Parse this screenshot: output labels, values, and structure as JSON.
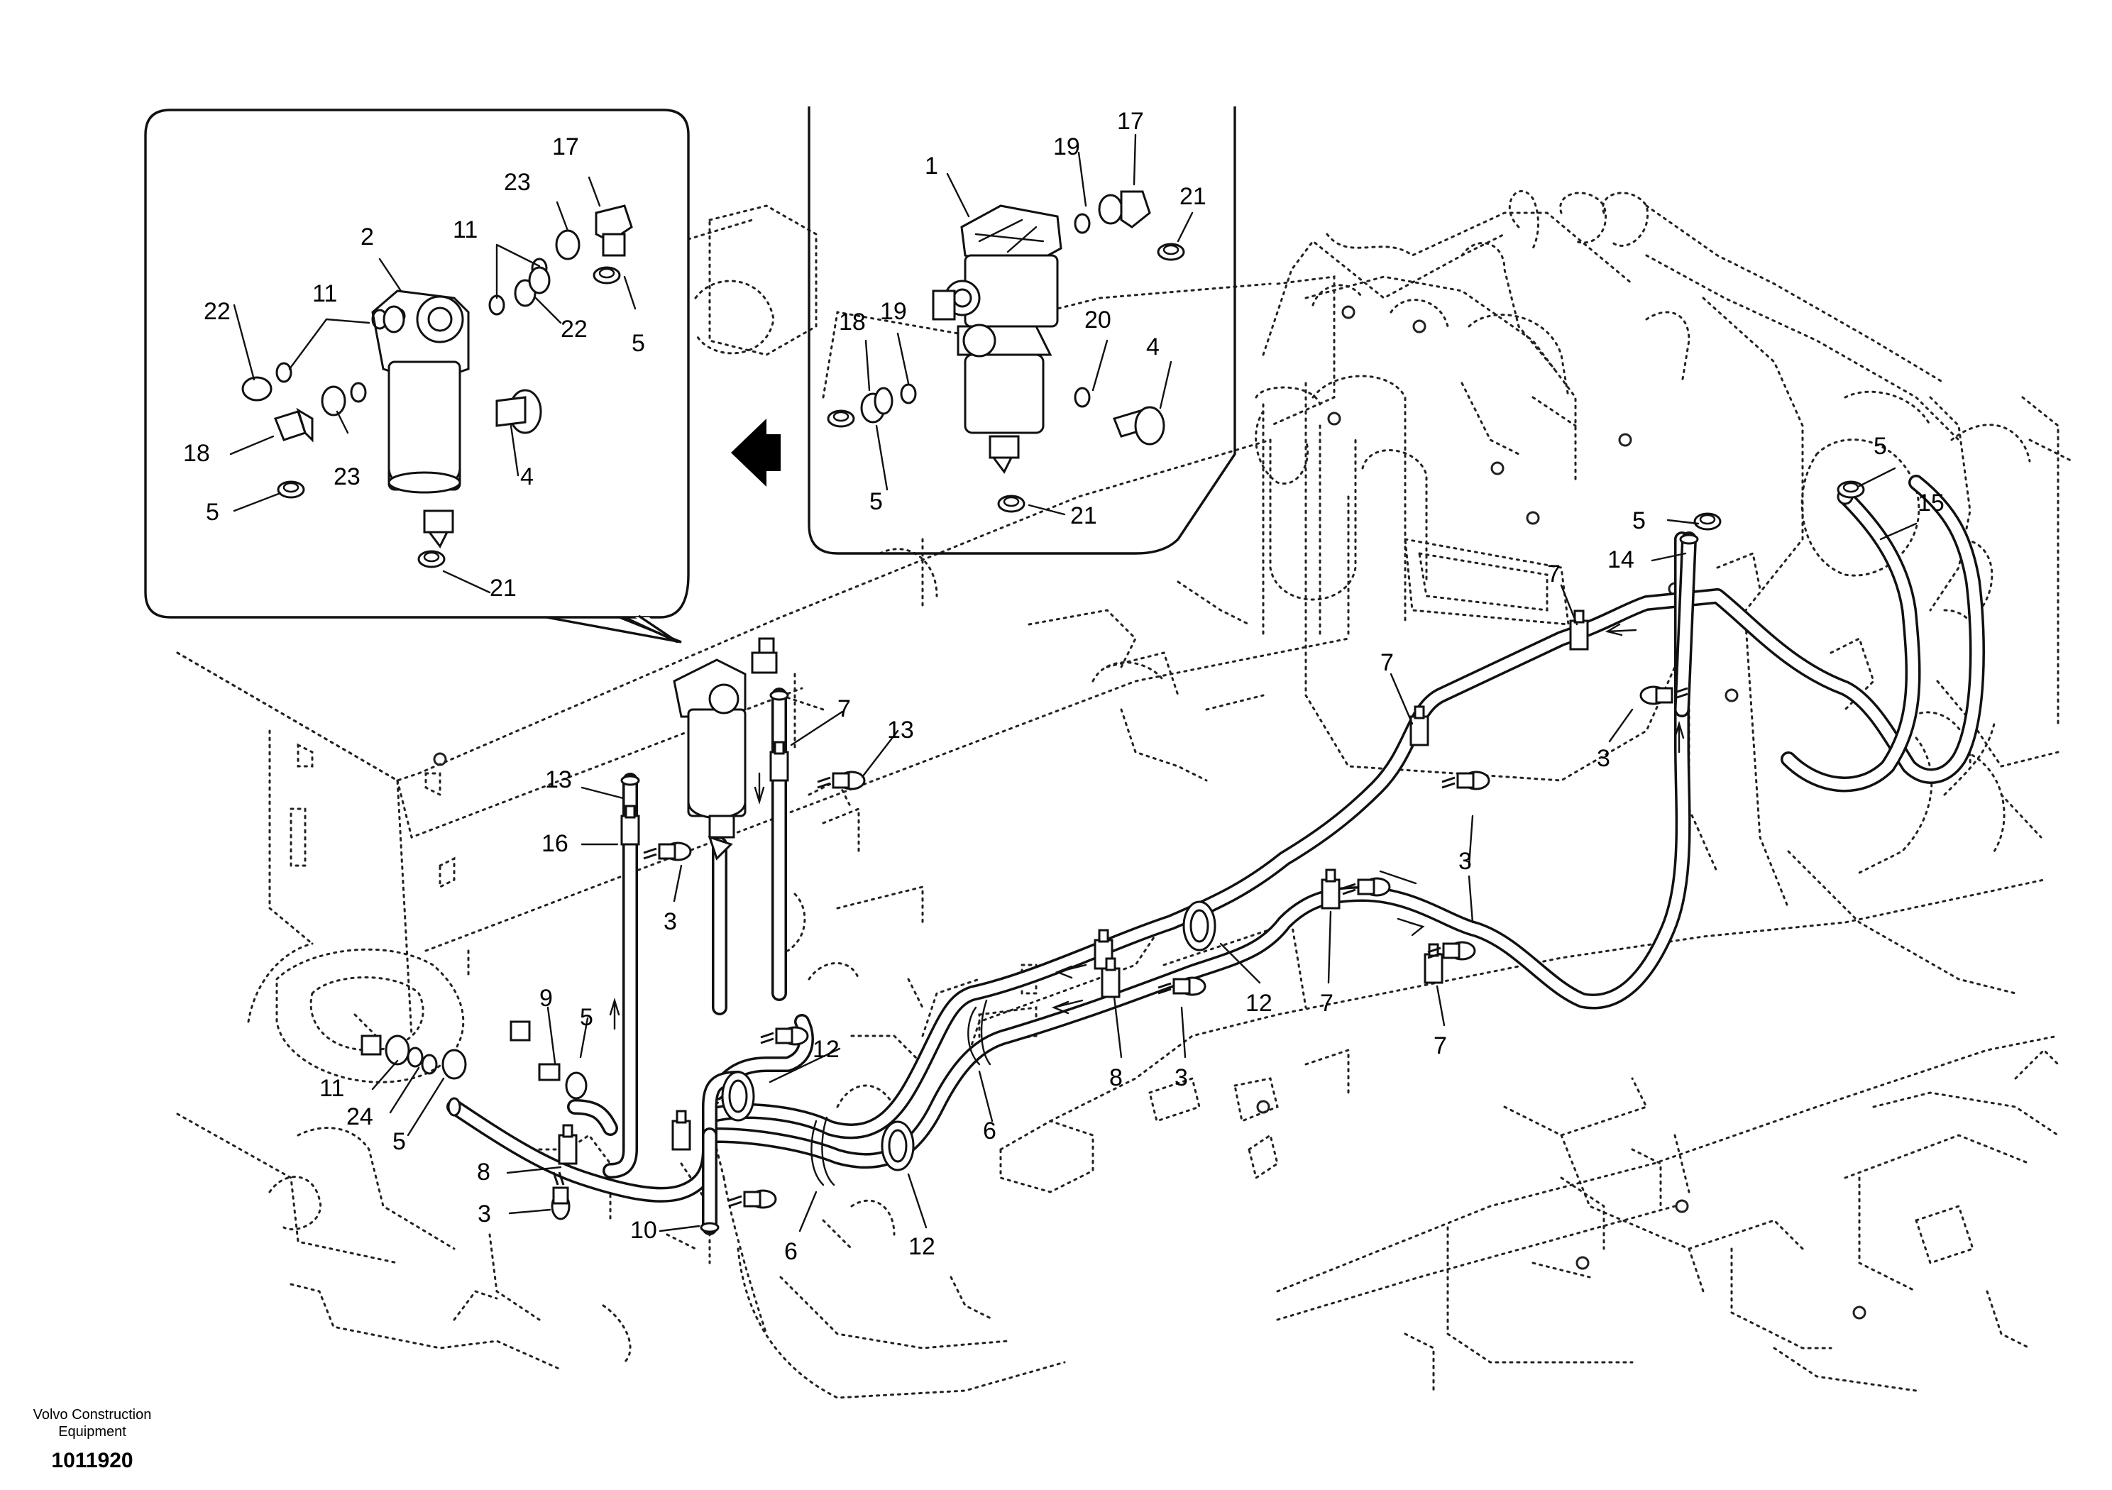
{
  "figure": {
    "publisher": "Volvo Construction Equipment",
    "figure_number": "1011920"
  },
  "callouts": {
    "c1": "1",
    "c2": "2",
    "c3": "3",
    "c4": "4",
    "c5": "5",
    "c6": "6",
    "c7": "7",
    "c8": "8",
    "c9": "9",
    "c10": "10",
    "c11": "11",
    "c12": "12",
    "c13": "13",
    "c14": "14",
    "c15": "15",
    "c16": "16",
    "c17": "17",
    "c18": "18",
    "c19": "19",
    "c20": "20",
    "c21": "21",
    "c22": "22",
    "c23": "23",
    "c24": "24"
  },
  "icons": [
    "direction-arrow-icon",
    "flow-arrow-icon"
  ]
}
